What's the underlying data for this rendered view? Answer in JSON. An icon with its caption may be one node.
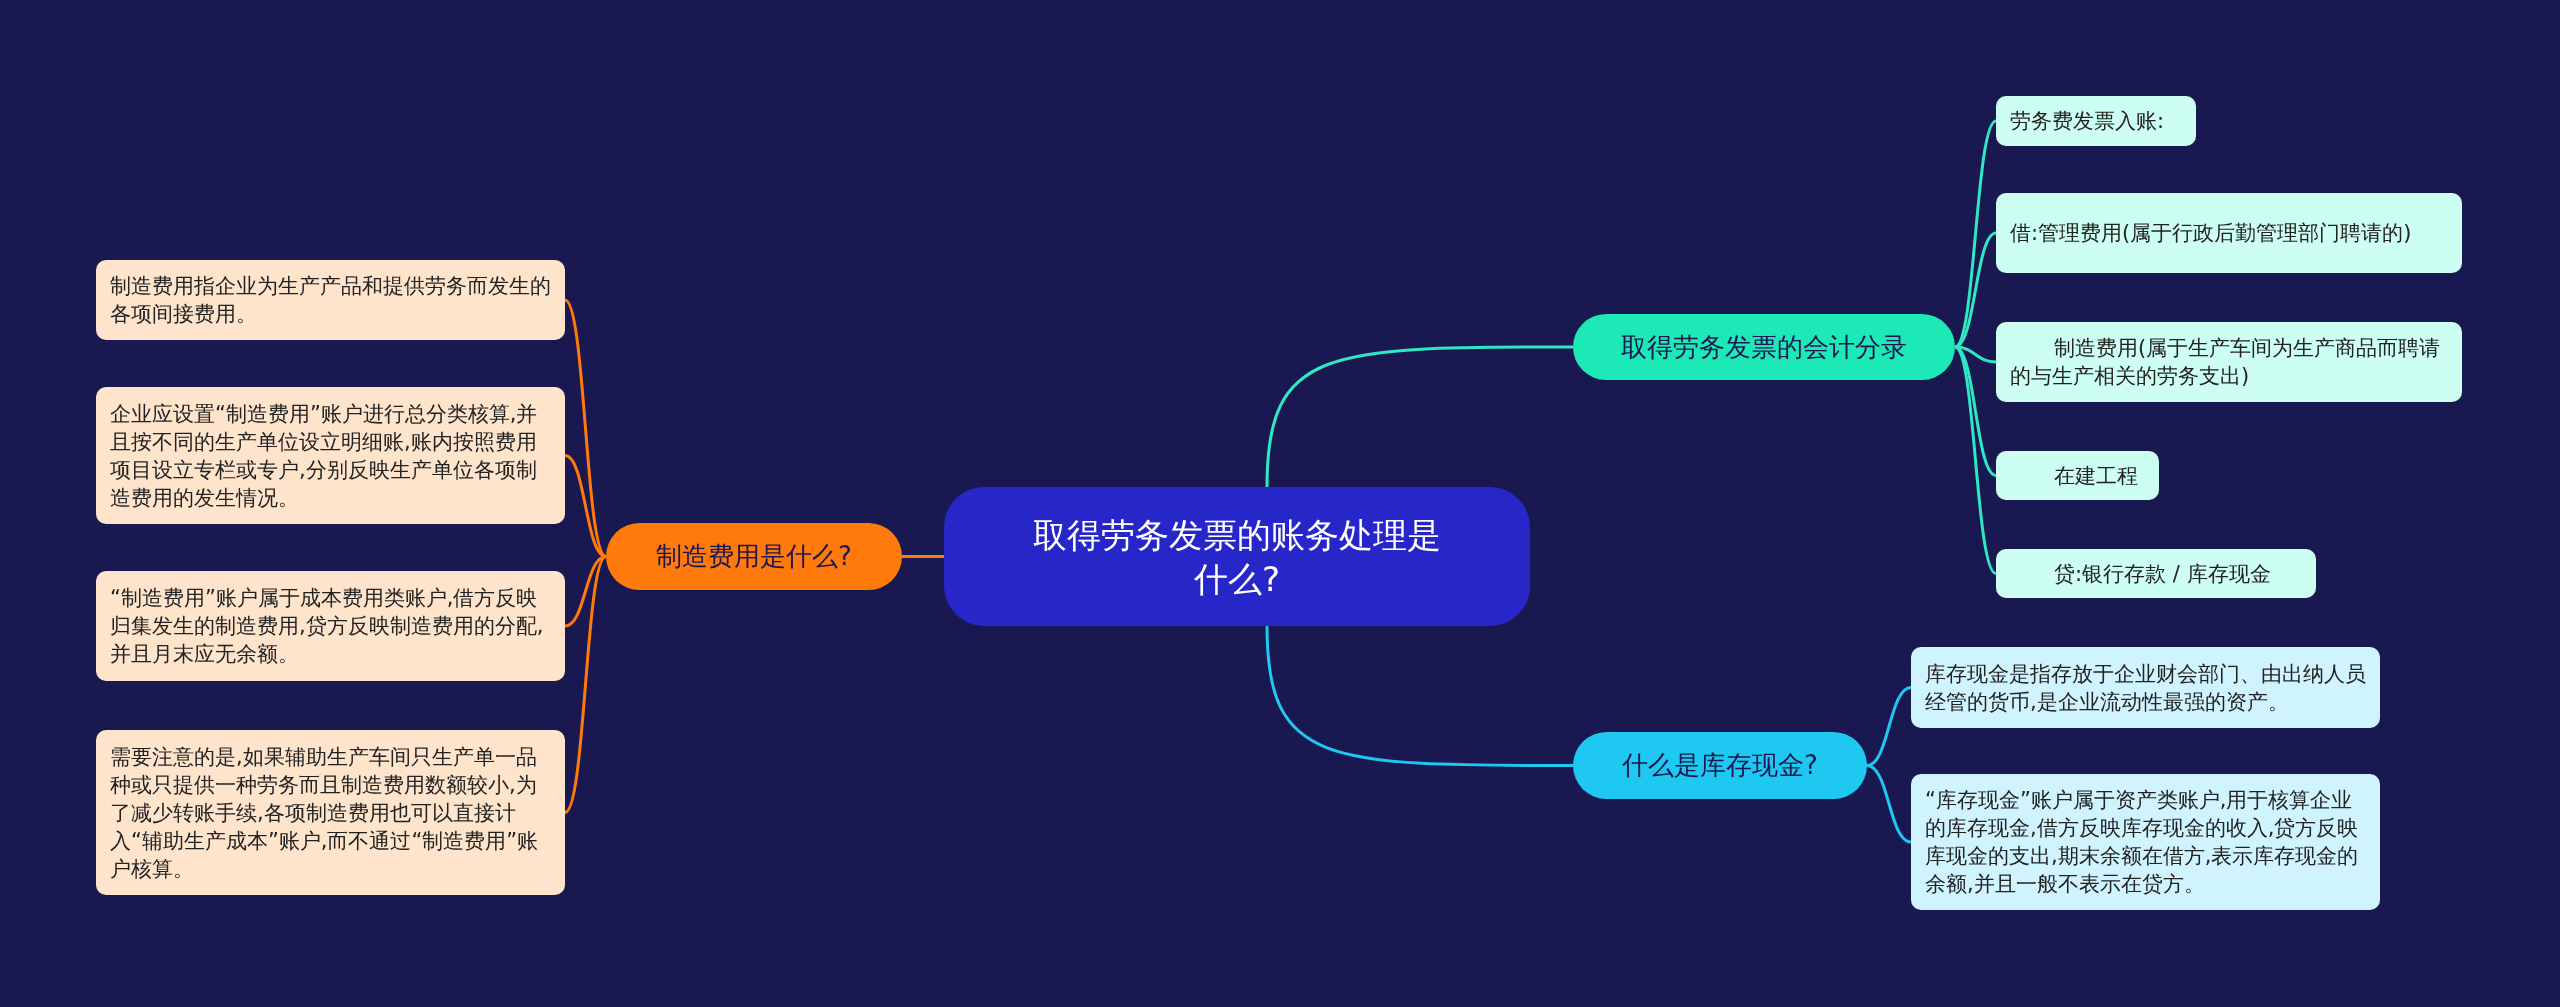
{
  "diagram": {
    "nodes": [
      {
        "text": [
          "取得劳务发票的账务处理是什么?"
        ]
      },
      {
        "text": [
          "制造费用是什么?"
        ]
      },
      {
        "text": [
          "制造费用指企业为生产产品和提供劳务而发生的各项间接费用。"
        ]
      },
      {
        "text": [
          "企业应设置“制造费用”账户进行总分类核算,并且按不同的生产单位设立明细账,账内按照费用项目设立专栏或专户,分别反映生产单位各项制造费用的发生情况。"
        ]
      },
      {
        "text": [
          "“制造费用”账户属于成本费用类账户,借方反映归集发生的制造费用,贷方反映制造费用的分配,并且月末应无余额。"
        ]
      },
      {
        "text": [
          "需要注意的是,如果辅助生产车间只生产单一品种或只提供一种劳务而且制造费用数额较小,为了减少转账手续,各项制造费用也可以直接计入“辅助生产成本”账户,而不通过“制造费用”账户核算。"
        ]
      },
      {
        "text": [
          "取得劳务发票的会计分录"
        ]
      },
      {
        "text": [
          "劳务费发票入账:"
        ]
      },
      {
        "text": [
          "借:管理费用(属于行政后勤管理部门聘请的)"
        ]
      },
      {
        "text": [
          "制造费用(属于生产车间为生产商品而聘请的与生产相关的劳务支出)"
        ]
      },
      {
        "text": [
          "在建工程"
        ]
      },
      {
        "text": [
          "贷:银行存款 / 库存现金"
        ]
      },
      {
        "text": [
          "什么是库存现金?"
        ]
      },
      {
        "text": [
          "库存现金是指存放于企业财会部门、由出纳人员经管的货币,是企业流动性最强的资产。"
        ]
      },
      {
        "text": [
          "“库存现金”账户属于资产类账户,用于核算企业的库存现金,借方反映库存现金的收入,贷方反映库现金的支出,期末余额在借方,表示库存现金的余额,并且一般不表示在贷方。"
        ]
      }
    ],
    "edges": [
      {
        "from": 0,
        "to": 6,
        "arrow": "none"
      },
      {
        "from": 0,
        "to": 12,
        "arrow": "none",
        "color": "#1ec8f0"
      },
      {
        "from": 0,
        "to": 1,
        "arrow": "none",
        "color": "#ff7a0a"
      },
      {
        "from": 1,
        "to": 2,
        "arrow": "none",
        "color": "#ff7a0a"
      },
      {
        "from": 1,
        "to": 3,
        "arrow": "none",
        "color": "#ff7a0a"
      },
      {
        "from": 1,
        "to": 4,
        "arrow": "none",
        "color": "#ff7a0a"
      },
      {
        "from": 1,
        "to": 5,
        "arrow": "none",
        "color": "#ff7a0a"
      },
      {
        "from": 6,
        "to": 7,
        "arrow": "none"
      },
      {
        "from": 6,
        "to": 8,
        "arrow": "none"
      },
      {
        "from": 6,
        "to": 9,
        "arrow": "none"
      },
      {
        "from": 6,
        "to": 10,
        "arrow": "none"
      },
      {
        "from": 6,
        "to": 11,
        "arrow": "none"
      },
      {
        "from": 12,
        "to": 13,
        "arrow": "none",
        "color": "#1ec8f0"
      },
      {
        "from": 12,
        "to": 14,
        "arrow": "none",
        "color": "#1ec8f0"
      }
    ]
  }
}
